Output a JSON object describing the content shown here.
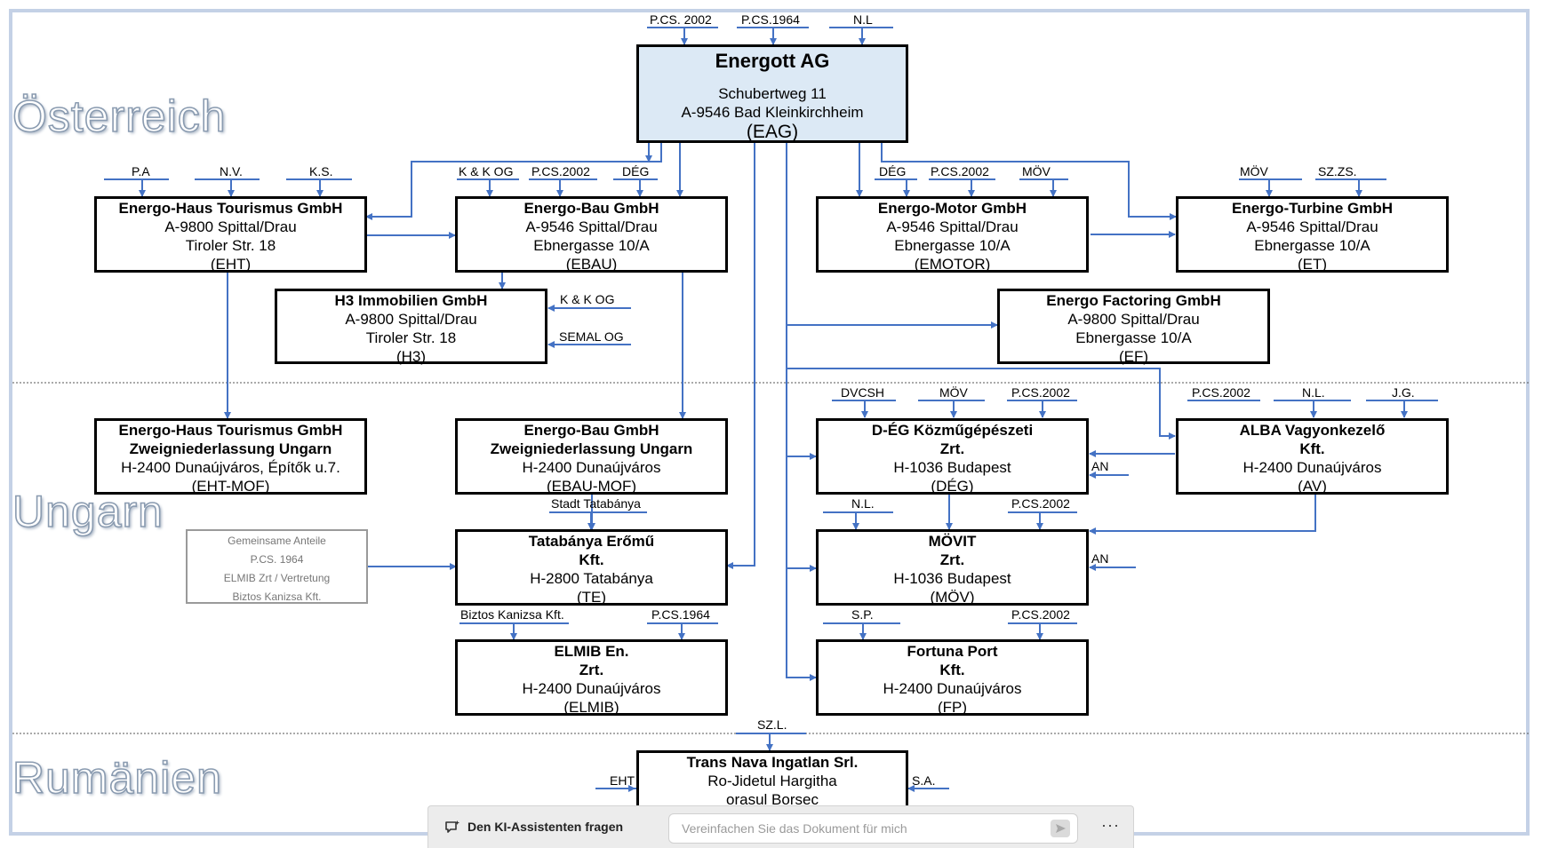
{
  "regions": {
    "austria": "Österreich",
    "hungary": "Ungarn",
    "romania": "Rumänien"
  },
  "boxes": {
    "eag": {
      "title": "Energott AG",
      "lines": [
        "Schubertweg 11",
        "A-9546 Bad Kleinkirchheim"
      ],
      "code": "(EAG)"
    },
    "eht": {
      "title": "Energo-Haus Tourismus GmbH",
      "lines": [
        "A-9800 Spittal/Drau",
        "Tiroler Str. 18",
        "(EHT)"
      ]
    },
    "ebau": {
      "title": "Energo-Bau GmbH",
      "lines": [
        "A-9546 Spittal/Drau",
        "Ebnergasse 10/A",
        "(EBAU)"
      ]
    },
    "emotor": {
      "title": "Energo-Motor GmbH",
      "lines": [
        "A-9546 Spittal/Drau",
        "Ebnergasse 10/A",
        "(EMOTOR)"
      ]
    },
    "et": {
      "title": "Energo-Turbine GmbH",
      "lines": [
        "A-9546 Spittal/Drau",
        "Ebnergasse 10/A",
        "(ET)"
      ]
    },
    "h3": {
      "title": "H3 Immobilien GmbH",
      "lines": [
        "A-9800 Spittal/Drau",
        "Tiroler Str. 18",
        "(H3)"
      ]
    },
    "ef": {
      "title": "Energo Factoring GmbH",
      "lines": [
        "A-9800 Spittal/Drau",
        "Ebnergasse 10/A",
        "(EF)"
      ]
    },
    "ehtmof": {
      "title": "Energo-Haus Tourismus GmbH",
      "title2": "Zweigniederlassung Ungarn",
      "lines": [
        "H-2400 Dunaújváros, Építők u.7.",
        "(EHT-MOF)"
      ]
    },
    "ebaumof": {
      "title": "Energo-Bau GmbH",
      "title2": "Zweigniederlassung Ungarn",
      "lines": [
        "H-2400 Dunaújváros",
        "(EBAU-MOF)"
      ]
    },
    "deg": {
      "title": "D-ÉG Közműgépészeti",
      "title2": "Zrt.",
      "lines": [
        "H-1036 Budapest",
        "(DÉG)"
      ]
    },
    "av": {
      "title": "ALBA Vagyonkezelő",
      "title2": "Kft.",
      "lines": [
        "H-2400 Dunaújváros",
        "(AV)"
      ]
    },
    "te": {
      "title": "Tatabánya Erőmű",
      "title2": "Kft.",
      "lines": [
        "H-2800 Tatabánya",
        "(TE)"
      ]
    },
    "mov": {
      "title": "MÖVIT",
      "title2": "Zrt.",
      "lines": [
        "H-1036 Budapest",
        "(MÖV)"
      ]
    },
    "elmib": {
      "title": "ELMIB En.",
      "title2": "Zrt.",
      "lines": [
        "H-2400 Dunaújváros",
        "(ELMIB)"
      ]
    },
    "fp": {
      "title": "Fortuna Port",
      "title2": "Kft.",
      "lines": [
        "H-2400 Dunaújváros",
        "(FP)"
      ]
    },
    "tn": {
      "title": "Trans Nava Ingatlan Srl.",
      "lines": [
        "Ro-Jidetul Hargitha",
        "orasul Borsec"
      ]
    },
    "joint": {
      "lines": [
        "Gemeinsame Anteile",
        "P.CS. 1964",
        "ELMIB Zrt / Vertretung",
        "Biztos Kanizsa Kft."
      ]
    }
  },
  "labels": {
    "eag_pcs2002": "P.CS. 2002",
    "eag_pcs1964": "P.CS.1964",
    "eag_nl": "N.L",
    "eht_pa": "P.A",
    "eht_nv": "N.V.",
    "eht_ks": "K.S.",
    "ebau_kk": "K & K OG",
    "ebau_pcs": "P.CS.2002",
    "ebau_deg": "DÉG",
    "emotor_deg": "DÉG",
    "emotor_pcs": "P.CS.2002",
    "emotor_mov": "MÖV",
    "et_mov": "MÖV",
    "et_szzs": "SZ.ZS.",
    "h3_kk": "K & K OG",
    "h3_semal": "SEMAL OG",
    "deg_dvcsh": "DVCSH",
    "deg_mov": "MÖV",
    "deg_pcs": "P.CS.2002",
    "deg_an": "AN",
    "av_pcs": "P.CS.2002",
    "av_nl": "N.L.",
    "av_jg": "J.G.",
    "te_stadt": "Stadt Tatabánya",
    "mov_nl": "N.L.",
    "mov_pcs": "P.CS.2002",
    "mov_an": "AN",
    "elmib_bk": "Biztos Kanizsa Kft.",
    "elmib_pcs": "P.CS.1964",
    "fp_sp": "S.P.",
    "fp_pcs": "P.CS.2002",
    "tn_szl": "SZ.L.",
    "tn_eht": "EHT",
    "tn_sa": "S.A."
  },
  "ai_bar": {
    "label": "Den KI-Assistenten fragen",
    "placeholder": "Vereinfachen Sie das Dokument für mich",
    "more": "···",
    "icon": "ai-chat-icon"
  },
  "colors": {
    "connector": "#4472c4",
    "top_box_fill": "#dce9f5",
    "frame": "#c4d1e6"
  }
}
